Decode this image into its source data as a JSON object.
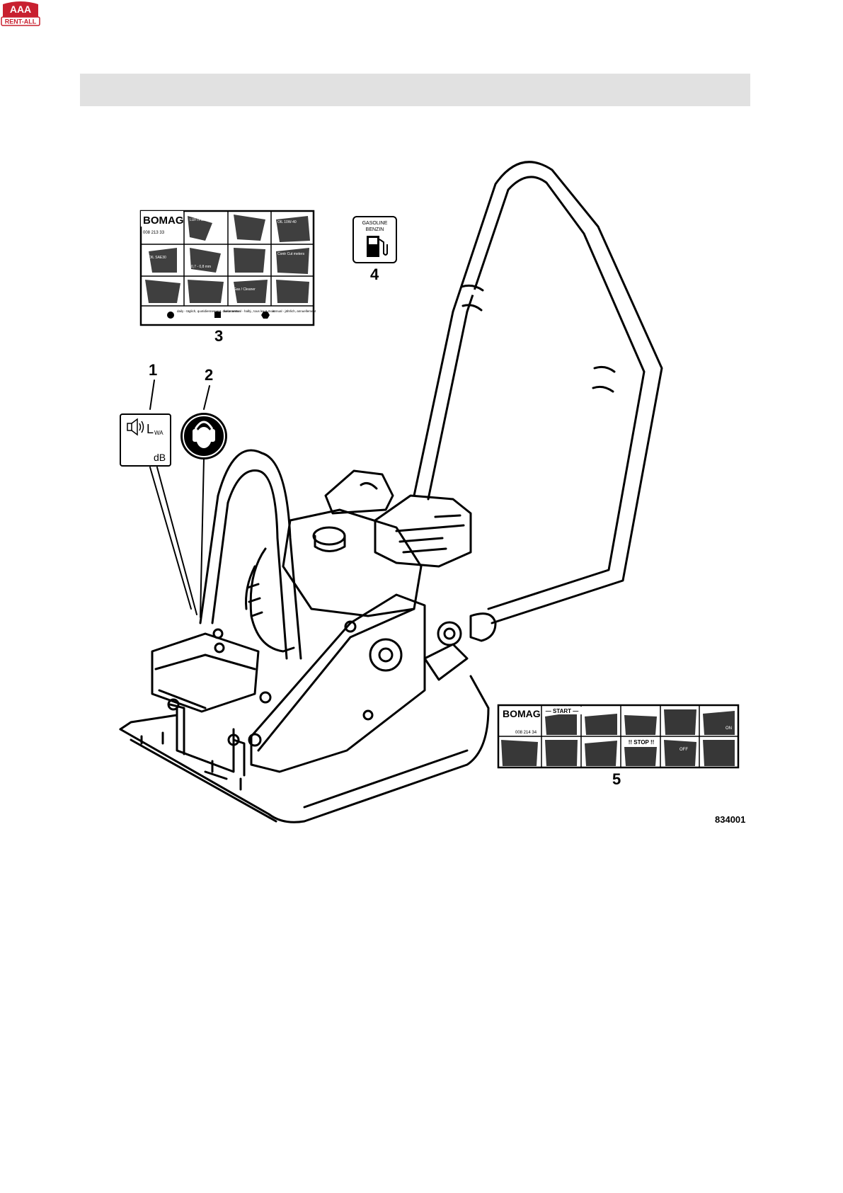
{
  "logo": {
    "brand_line1": "AAA",
    "brand_line2": "RENT-ALL",
    "color_primary": "#c8202f"
  },
  "figure": {
    "figure_number": "834001",
    "callouts": [
      {
        "label": "1"
      },
      {
        "label": "2"
      },
      {
        "label": "3"
      },
      {
        "label": "4"
      },
      {
        "label": "5"
      }
    ]
  },
  "decals": {
    "noise": {
      "symbol": "L",
      "subscript": "WA",
      "unit": "dB",
      "icon": "speaker-icon"
    },
    "hearing_protection": {
      "icon": "ear-protection-icon"
    },
    "maintenance": {
      "brand": "BOMAG",
      "part_number": "008 213 33",
      "cells": [
        "LUFTFILT",
        "OIL SAE30",
        "OIL 10W-40",
        "Gas / Cleaner",
        "Contr Cut meters",
        "0,7 - 0,8 mm"
      ],
      "legend": [
        {
          "marker": "circle",
          "text": "daily - täglich, quotidiennement, diariamente"
        },
        {
          "marker": "square",
          "text": "twice annual - halbj., tous les 6 mois"
        },
        {
          "marker": "hexagon",
          "text": "annual - jährlich, annuellement"
        }
      ]
    },
    "fuel": {
      "line1": "GASOLINE",
      "line2": "BENZIN",
      "icon": "fuel-pump-icon"
    },
    "operating": {
      "brand": "BOMAG",
      "part_number": "008 214 34",
      "start_label": "— START —",
      "stop_label": "!! STOP !!",
      "on_label": "ON",
      "off_label": "OFF"
    }
  }
}
